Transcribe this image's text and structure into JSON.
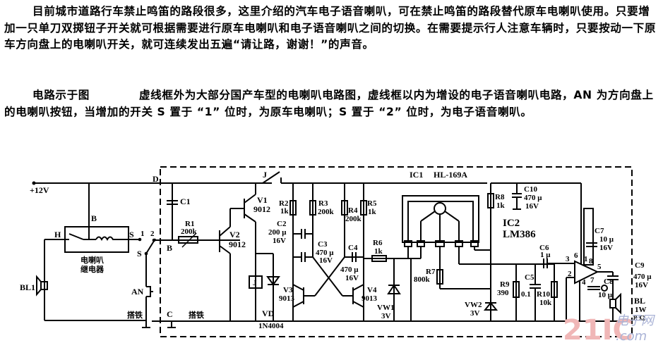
{
  "article": {
    "paragraph1": "目前城市道路行车禁止鸣笛的路段很多，这里介绍的汽车电子语音喇叭，可在禁止鸣笛的路段替代原车电喇叭使用。只要增加一只单刀双掷钮子开关就可根据需要进行原车电喇叭和电子语音喇叭之间的切换。在需要提示行人注意车辆时，只要按动一下原车方向盘上的电喇叭开关，就可连续发出五遍“请让路，谢谢！”的声音。",
    "paragraph2_lead": "电路示于图",
    "paragraph2_rest": "虚线框外为大部分国产车型的电喇叭电路图，虚线框以内为增设的电子语音喇叭电路，AN 为方向盘上的电喇叭按钮，当增加的开关 S 置于 “1” 位时，为原车电喇叭；S 置于 “2” 位时，为电子语音喇叭。"
  },
  "diagram": {
    "supply": "+12V",
    "nodes": {
      "D": "D",
      "B_top": "B",
      "B_mid": "B",
      "C": "C",
      "H": "H",
      "S_relay": "S",
      "pos1": "1",
      "pos2": "2",
      "S_switch": "S"
    },
    "relay_label_line1": "电喇叭",
    "relay_label_line2": "继电器",
    "horn_label": "BL1",
    "button_label": "AN",
    "ground_label_left": "搭铁",
    "ground_label_mid": "搭铁",
    "relay_contact": "J",
    "relay_coil": "J",
    "components": {
      "C1": {
        "name": "C1"
      },
      "R1": {
        "name": "R1",
        "value": "200k"
      },
      "V1": {
        "name": "V1",
        "value": "9012"
      },
      "V2": {
        "name": "V2",
        "value": "9012"
      },
      "R2": {
        "name": "R2",
        "value": "1k"
      },
      "C2": {
        "name": "C2",
        "value": "200 μ",
        "voltage": "16V"
      },
      "R3": {
        "name": "R3",
        "value": "200k"
      },
      "R4": {
        "name": "R4",
        "value": "200k"
      },
      "R5": {
        "name": "R5",
        "value": "1k"
      },
      "C3": {
        "name": "C3",
        "value": "470 μ",
        "voltage": "16V"
      },
      "C4": {
        "name": "C4",
        "value": "470 μ",
        "voltage": "16V"
      },
      "V3": {
        "name": "V3",
        "value": "9013"
      },
      "V4": {
        "name": "V4",
        "value": "9013"
      },
      "VD": {
        "name": "VD",
        "value": "1N4004"
      },
      "R6": {
        "name": "R6",
        "value": "1k"
      },
      "VW1": {
        "name": "VW1",
        "value": "3V"
      },
      "R7": {
        "name": "R7",
        "value": "800k"
      },
      "VW2": {
        "name": "VW2",
        "value": "3V"
      },
      "R8": {
        "name": "R8",
        "value": "1k"
      },
      "C10": {
        "name": "C10",
        "value": "470 μ",
        "voltage": "16V"
      },
      "R9": {
        "name": "R9",
        "value": "390"
      },
      "C5": {
        "name": "C5",
        "value": "0.1"
      },
      "R10": {
        "name": "R10",
        "value": "10k"
      },
      "C6": {
        "name": "C6",
        "value": "1 μ"
      },
      "C7": {
        "name": "C7",
        "value": "10 μ",
        "voltage": "16V"
      },
      "C8": {
        "name": "C8",
        "value": "10 μ"
      },
      "C9": {
        "name": "C9",
        "value": "470 μ",
        "voltage": "16V"
      },
      "BL": {
        "name": "BL",
        "power": "1W",
        "impedance": "8 Ω"
      }
    },
    "ic1": {
      "name": "IC1",
      "part": "HL-169A"
    },
    "ic2": {
      "name": "IC2",
      "part": "LM386",
      "pins": [
        "3",
        "6",
        "1",
        "8",
        "5",
        "2",
        "4",
        "7"
      ]
    }
  },
  "watermark": {
    "brand": "21IC",
    "cn": "电子网",
    "domain": ".com"
  }
}
